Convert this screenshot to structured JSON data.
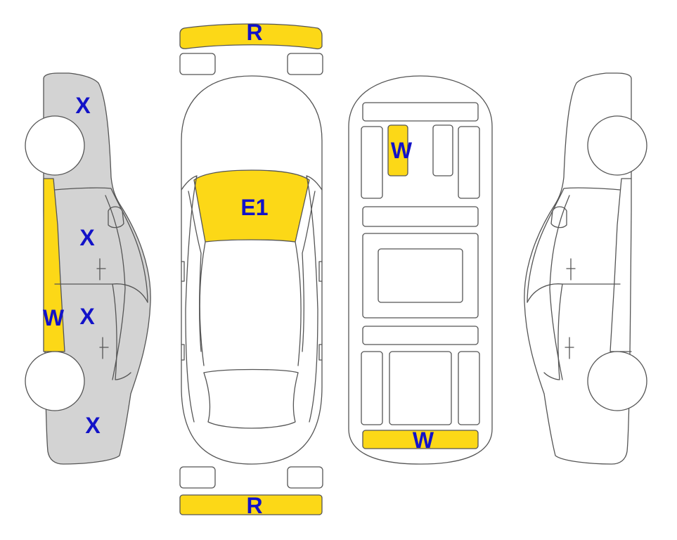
{
  "colors": {
    "outline": "#555555",
    "body_fill": "#ffffff",
    "damage_gray": "#d3d3d3",
    "damage_yellow": "#fcd817",
    "mark_text": "#1212c8"
  },
  "markings": {
    "front_bumper": "R",
    "rear_bumper": "R",
    "hood": "E1",
    "roof_panel": "W",
    "trunk_lid": "W",
    "left_front_fender": "X",
    "left_front_door": "X",
    "left_rear_door": "X",
    "left_rear_quarter": "X",
    "left_rocker": "W"
  }
}
